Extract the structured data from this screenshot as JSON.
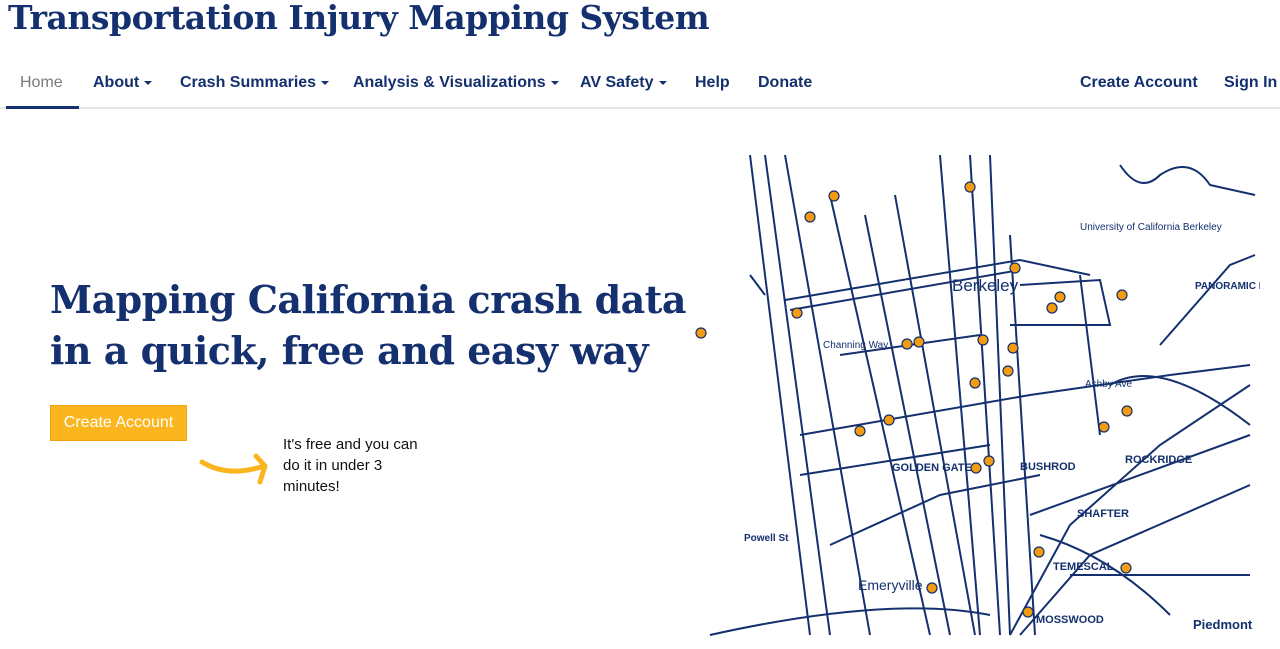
{
  "site_title": "Transportation Injury Mapping System",
  "nav": {
    "home": "Home",
    "about": "About",
    "crash_summaries": "Crash Summaries",
    "analysis": "Analysis & Visualizations",
    "av_safety": "AV Safety",
    "help": "Help",
    "donate": "Donate",
    "create_account": "Create Account",
    "sign_in": "Sign In"
  },
  "hero": {
    "line1": "Mapping California crash data",
    "line2": "in a quick, free and easy way",
    "cta_label": "Create Account",
    "note": "It's free and you can do it in under 3 minutes!"
  },
  "map_labels": {
    "berkeley": "Berkeley",
    "university": "University of California Berkeley",
    "panoramic": "PANORAMIC HILL",
    "golden_gate": "GOLDEN GATE",
    "bushrod": "BUSHROD",
    "rockridge": "ROCKRIDGE",
    "shafter": "SHAFTER",
    "temescal": "TEMESCAL",
    "mosswood": "MOSSWOOD",
    "emeryville": "Emeryville",
    "powell": "Powell St",
    "piedmont": "Piedmont",
    "ashby": "Ashby Ave",
    "channing": "Channing Way"
  },
  "colors": {
    "brand": "#14306e",
    "accent": "#fbb51f",
    "crash_dot": "#f39c12"
  }
}
